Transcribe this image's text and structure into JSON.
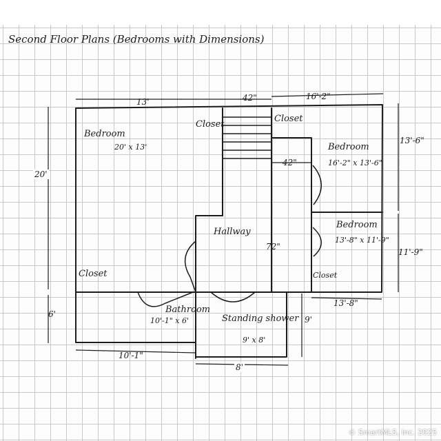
{
  "title": "Second Floor Plans (Bedrooms with Dimensions)",
  "rooms": {
    "bedroom_main": {
      "label": "Bedroom",
      "size": "20' x 13'"
    },
    "bedroom_right_top": {
      "label": "Bedroom",
      "size": "16'-2\" x 13'-6\""
    },
    "bedroom_right_mid": {
      "label": "Bedroom",
      "size": "13'-8\" x 11'-9\""
    },
    "bathroom": {
      "label": "Bathroom",
      "size": "10'-1\" x 6'"
    },
    "standing_shower": {
      "label": "Standing shower",
      "size": "9' x 8'"
    },
    "hallway": {
      "label": "Hallway"
    },
    "closet_top_left": {
      "label": "Closet"
    },
    "closet_top_right": {
      "label": "Closet"
    },
    "closet_left": {
      "label": "Closet"
    },
    "closet_right": {
      "label": "Closet"
    }
  },
  "dimensions": {
    "top_left": "13'",
    "top_mid": "42\"",
    "top_right": "16'-2\"",
    "left_tall": "20'",
    "left_short": "6'",
    "right_top": "13'-6\"",
    "right_bottom": "11'-9\"",
    "bottom_left": "10'-1\"",
    "bottom_mid": "8'",
    "bottom_right": "13'-8\"",
    "shower_height": "9'",
    "stair_width": "42\"",
    "hall_length": "72\""
  },
  "watermark": "© SmartMLS, Inc. 2025",
  "colors": {
    "ink": "#1c1c1c",
    "grid": "#c9c9c9",
    "paper": "#fdfdfd"
  }
}
